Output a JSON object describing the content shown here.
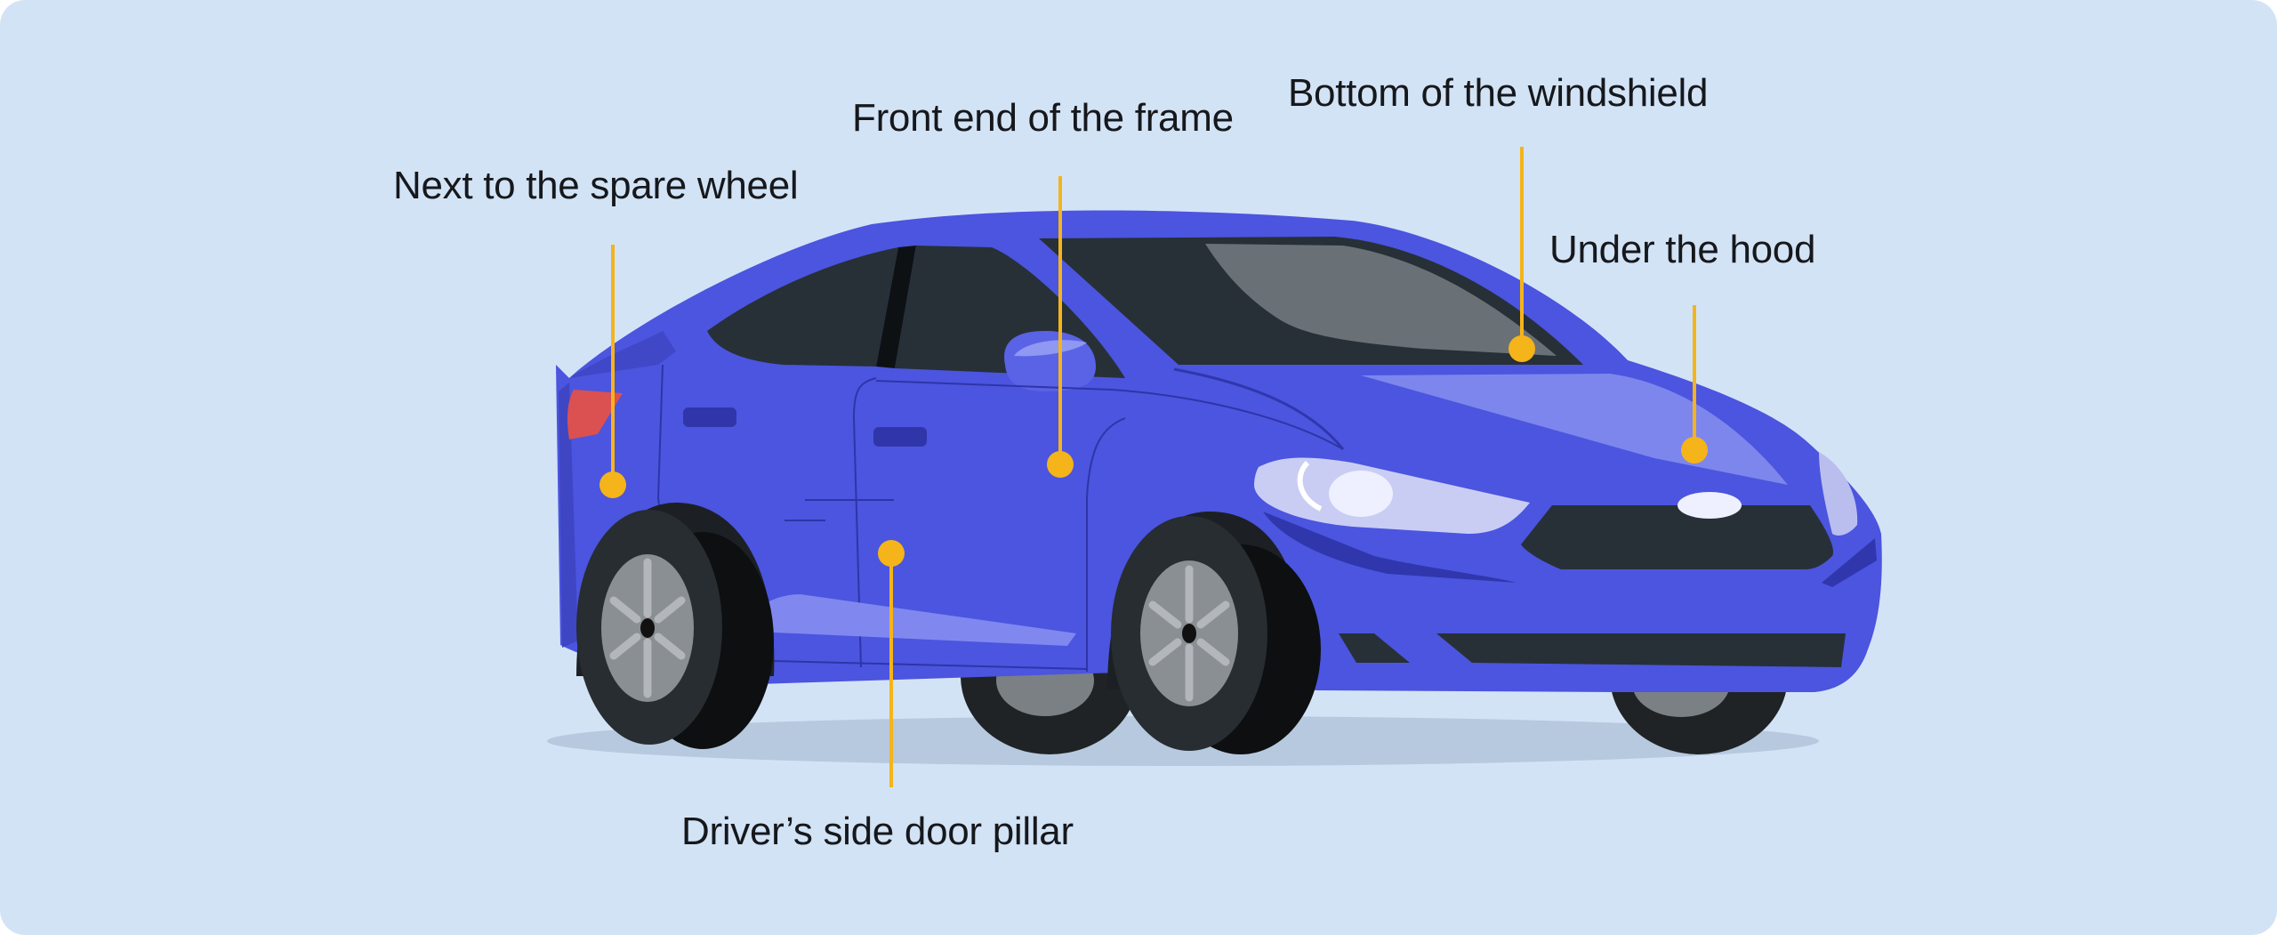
{
  "labels": {
    "spare_wheel": "Next to the spare wheel",
    "frame_front": "Front end of the frame",
    "windshield_bottom": "Bottom of the windshield",
    "under_hood": "Under the hood",
    "door_pillar": "Driver’s side door pillar"
  },
  "colors": {
    "background": "#d3e3f6",
    "car_body": "#4b55df",
    "marker": "#f4b41a",
    "window": "#273036",
    "tire": "#1f2326",
    "rim": "#8a8f94"
  },
  "icons": {
    "car": "car-illustration",
    "marker": "marker-dot-icon"
  }
}
